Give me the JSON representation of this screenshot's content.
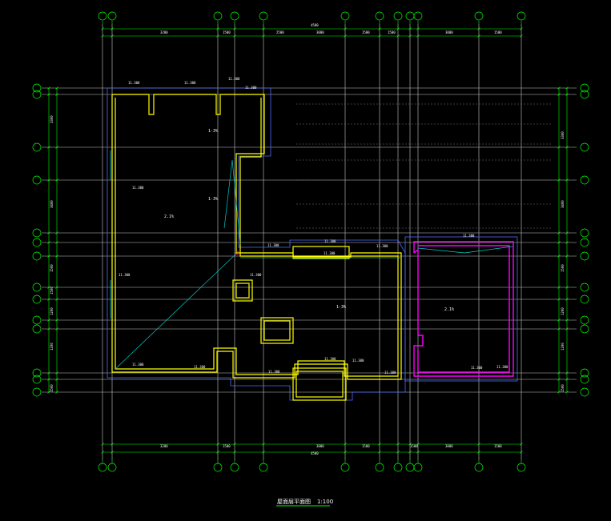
{
  "drawing": {
    "title": "屋面层平面图",
    "scale": "1:100",
    "colors": {
      "background": "#000000",
      "axis": "#ffffff",
      "grid": "#00ff00",
      "wall": "#ffff00",
      "outline": "#4a6cff",
      "slope": "#00cccc",
      "accent": "#ff00ff",
      "annotation": "#ffffff"
    },
    "overall_dimension": "4500",
    "top_segment_dims": [
      "3200",
      "1500",
      "2500",
      "3000",
      "1500",
      "1500",
      "3000",
      "1500"
    ],
    "bottom_segment_dims": [
      "3200",
      "1500",
      "3000",
      "1500",
      "1500",
      "3000",
      "1500"
    ],
    "left_segment_dims": [
      "3300",
      "3400",
      "1500",
      "1500",
      "1200",
      "1200",
      "1500"
    ],
    "right_segment_dims": [
      "3300",
      "3400",
      "1500",
      "1200",
      "1200",
      "1500"
    ],
    "room_labels": [
      "1-3%",
      "1-3%",
      "2.1%",
      "1-3%",
      "2.1%"
    ],
    "elevation_tags": [
      "11.300",
      "11.300",
      "11.300",
      "11.300",
      "11.300",
      "11.300",
      "11.300",
      "11.300",
      "11.300",
      "11.300",
      "11.300",
      "11.300",
      "11.300",
      "11.300",
      "11.300",
      "11.300",
      "11.300",
      "11.300",
      "11.300",
      "11.300"
    ]
  }
}
